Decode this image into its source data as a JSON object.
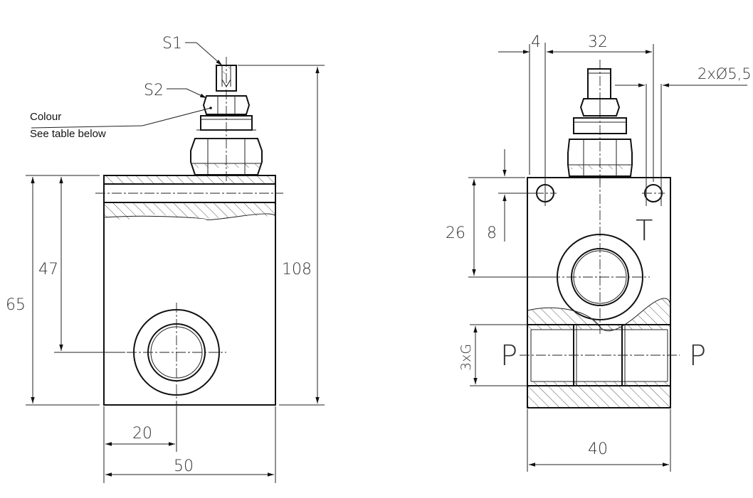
{
  "labels": {
    "s1": "S1",
    "s2": "S2",
    "colour": "Colour",
    "see_table": "See table below",
    "port_t": "T",
    "port_p_left": "P",
    "port_p_right": "P",
    "thread": "3xG"
  },
  "dimensions": {
    "height_65": "65",
    "height_47": "47",
    "height_108": "108",
    "width_20": "20",
    "width_50": "50",
    "top_4": "4",
    "top_32": "32",
    "holes": "2xØ5,5",
    "height_26": "26",
    "height_8": "8",
    "width_40": "40"
  }
}
